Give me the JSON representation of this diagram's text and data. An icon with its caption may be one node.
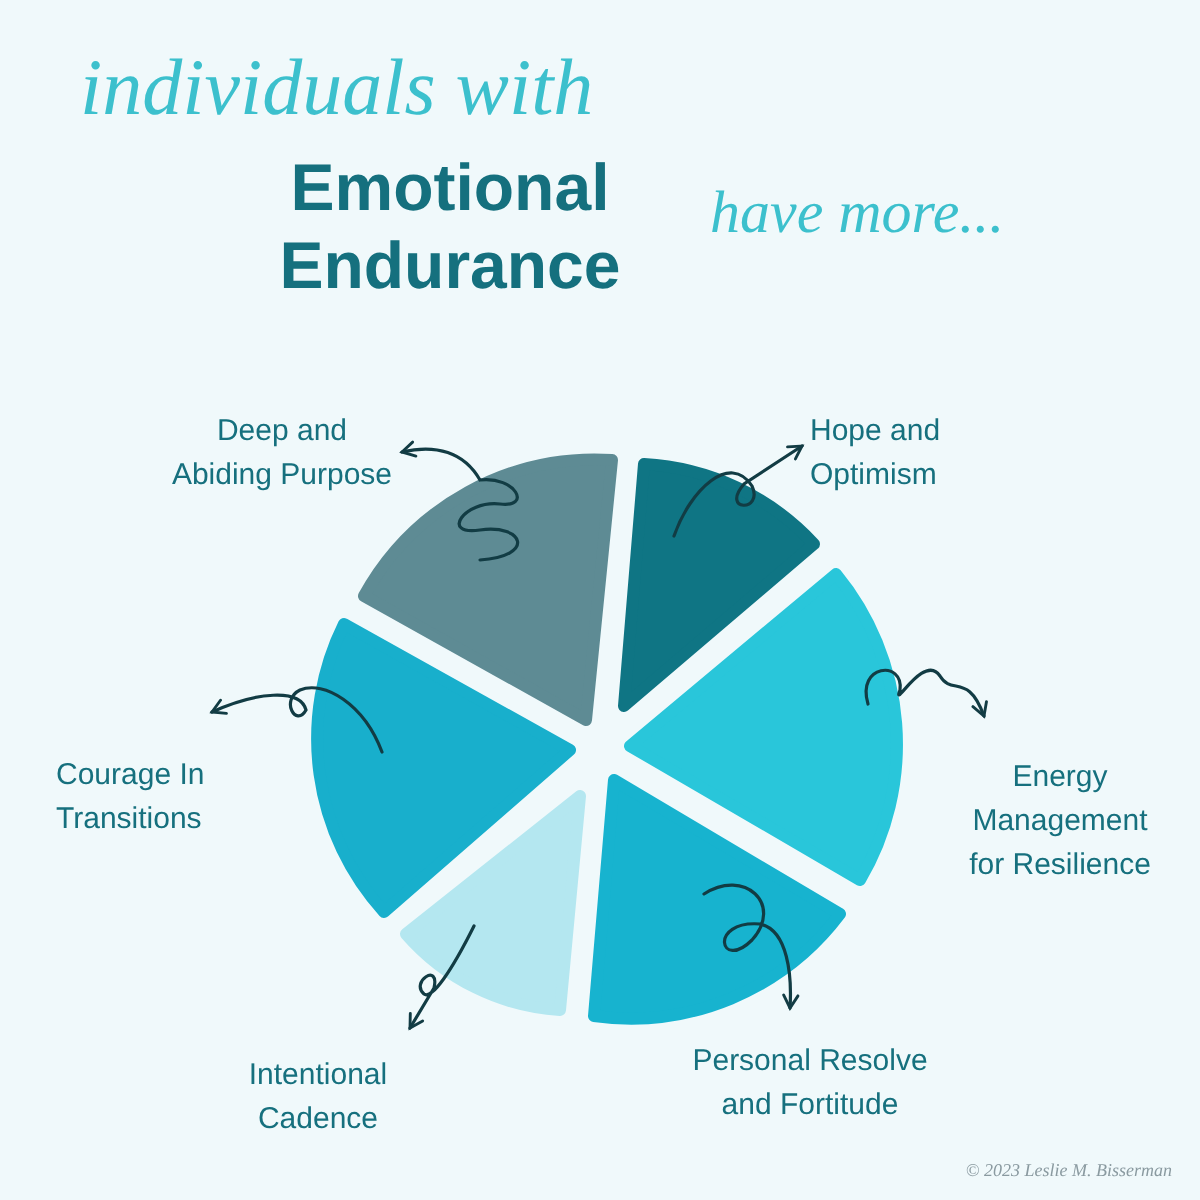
{
  "diagram": {
    "title": "Emotional Endurance",
    "nodes": [
      {
        "text": [
          "Deep and Abiding Purpose"
        ]
      },
      {
        "text": [
          "Hope and Optimism"
        ]
      },
      {
        "text": [
          "Courage In Transitions"
        ]
      },
      {
        "text": [
          "Energy Management for Resilience"
        ]
      },
      {
        "text": [
          "Intentional Cadence"
        ]
      },
      {
        "text": [
          "Personal Resolve and Fortitude"
        ]
      },
      {
        "text": [],
        "shape": "wedge"
      },
      {
        "text": [],
        "shape": "wedge"
      },
      {
        "text": [],
        "shape": "wedge"
      },
      {
        "text": [],
        "shape": "wedge"
      },
      {
        "text": [],
        "shape": "wedge"
      },
      {
        "text": [],
        "shape": "wedge"
      }
    ],
    "edges": [
      {
        "from": 6,
        "to": 0,
        "arrow": "to"
      },
      {
        "from": 7,
        "to": 1,
        "arrow": "to"
      },
      {
        "from": 8,
        "to": 3,
        "arrow": "to"
      },
      {
        "from": 9,
        "to": 5,
        "arrow": "to"
      },
      {
        "from": 10,
        "to": 4,
        "arrow": "to"
      },
      {
        "from": 11,
        "to": 2,
        "arrow": "to"
      }
    ],
    "labels": [
      "individuals with",
      "have more...",
      "© 2023 Leslie M. Bisserman"
    ]
  }
}
